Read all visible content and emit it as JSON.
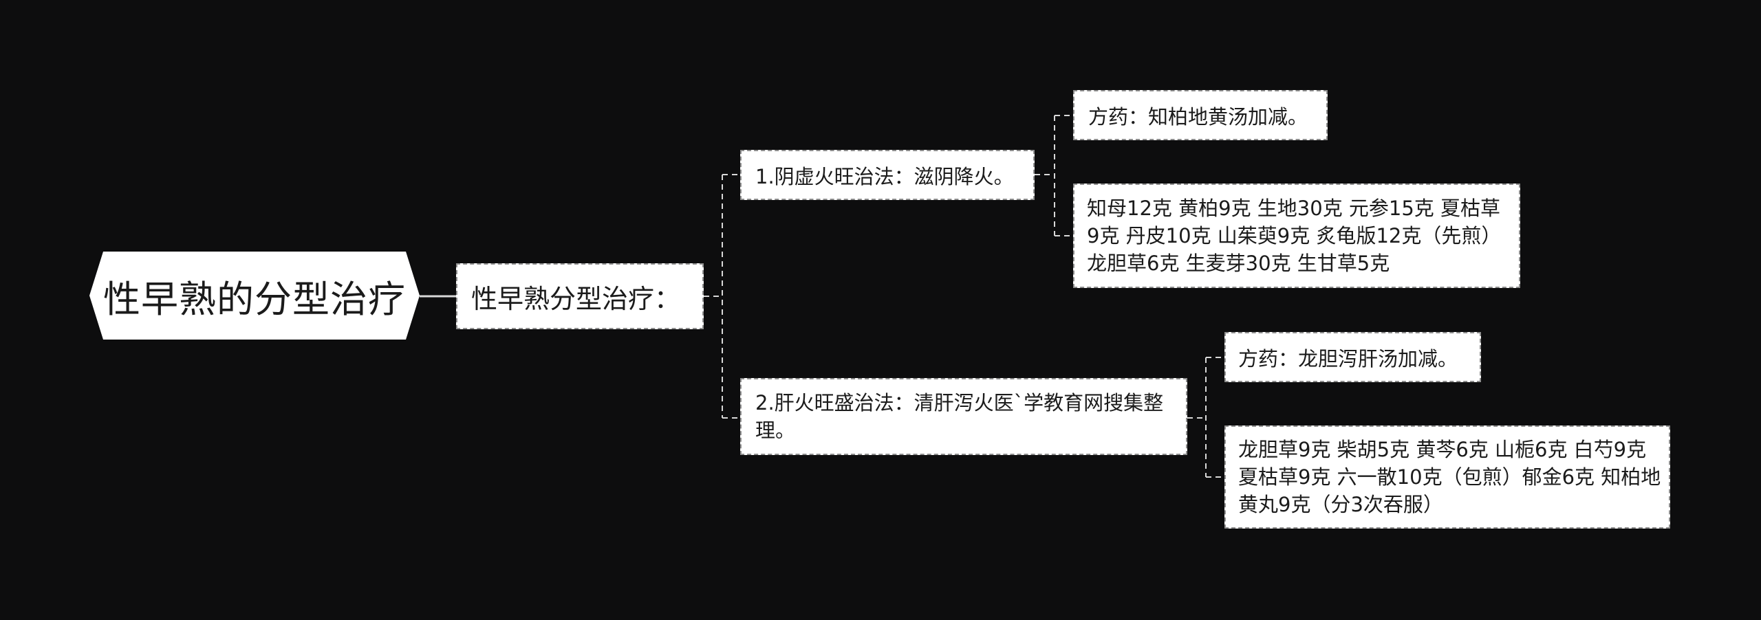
{
  "mindmap": {
    "root": {
      "label": "性早熟的分型治疗"
    },
    "branch": {
      "label": "性早熟分型治疗："
    },
    "types": [
      {
        "label": "1.阴虚火旺治法：滋阴降火。",
        "children": [
          "方药：知柏地黄汤加减。",
          "知母12克 黄柏9克 生地30克 元参15克 夏枯草9克 丹皮10克 山茱萸9克 炙龟版12克（先煎）龙胆草6克 生麦芽30克 生甘草5克"
        ]
      },
      {
        "label": "2.肝火旺盛治法：清肝泻火医`学教育网搜集整理。",
        "children": [
          "方药：龙胆泻肝汤加减。",
          "龙胆草9克 柴胡5克 黄芩6克 山栀6克 白芍9克 夏枯草9克 六一散10克（包煎）郁金6克 知柏地黄丸9克（分3次吞服）"
        ]
      }
    ]
  },
  "colors": {
    "background": "#0d0d0e",
    "node_fill": "#ffffff",
    "node_border": "#8f8f8f",
    "connector": "#d9d9d9",
    "text": "#1b1b1b"
  }
}
